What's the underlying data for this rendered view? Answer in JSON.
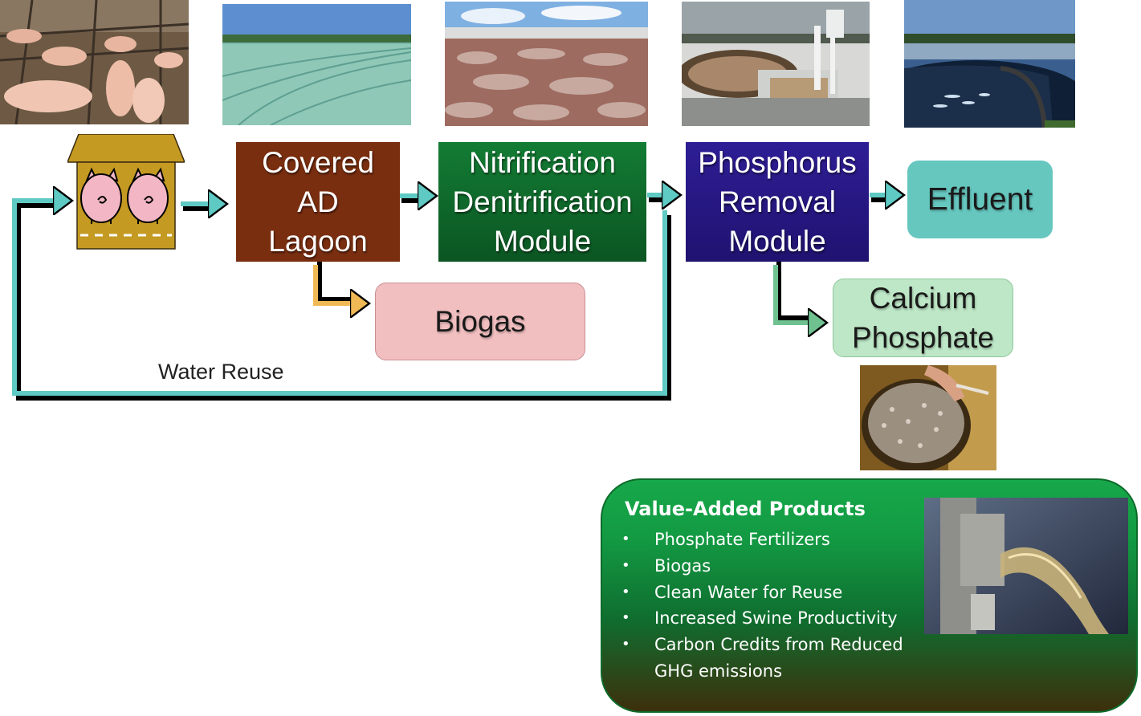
{
  "nodes": {
    "lagoon": "Covered\nAD\nLagoon",
    "nitrification": "Nitrification\nDenitrification\nModule",
    "phosphorus": "Phosphorus\nRemoval\nModule",
    "effluent": "Effluent",
    "biogas": "Biogas",
    "calcium": "Calcium\nPhosphate"
  },
  "edges": {
    "water_reuse": "Water Reuse"
  },
  "value_added": {
    "title": "Value-Added Products",
    "items": [
      "Phosphate Fertilizers",
      "Biogas",
      "Clean Water for Reuse",
      "Increased Swine Productivity",
      "Carbon Credits from Reduced GHG emissions"
    ]
  },
  "colors": {
    "lagoon": "#7a2e10",
    "nitrification": "#0e6b2c",
    "phosphorus": "#2a1a82",
    "effluent": "#66c7bf",
    "biogas": "#f2bfc0",
    "calcium": "#bde7c6",
    "cyan_arrow": "#5fc9c3",
    "orange_arrow": "#f0b955",
    "green_arrow": "#6fc290",
    "barn": "#c49a22"
  },
  "photos": [
    "pig-barn-photo",
    "covered-lagoon-photo",
    "nitrification-basin-photo",
    "phosphorus-tank-photo",
    "effluent-tank-photo",
    "calcium-phosphate-sieve-photo",
    "liquid-pour-photo"
  ]
}
